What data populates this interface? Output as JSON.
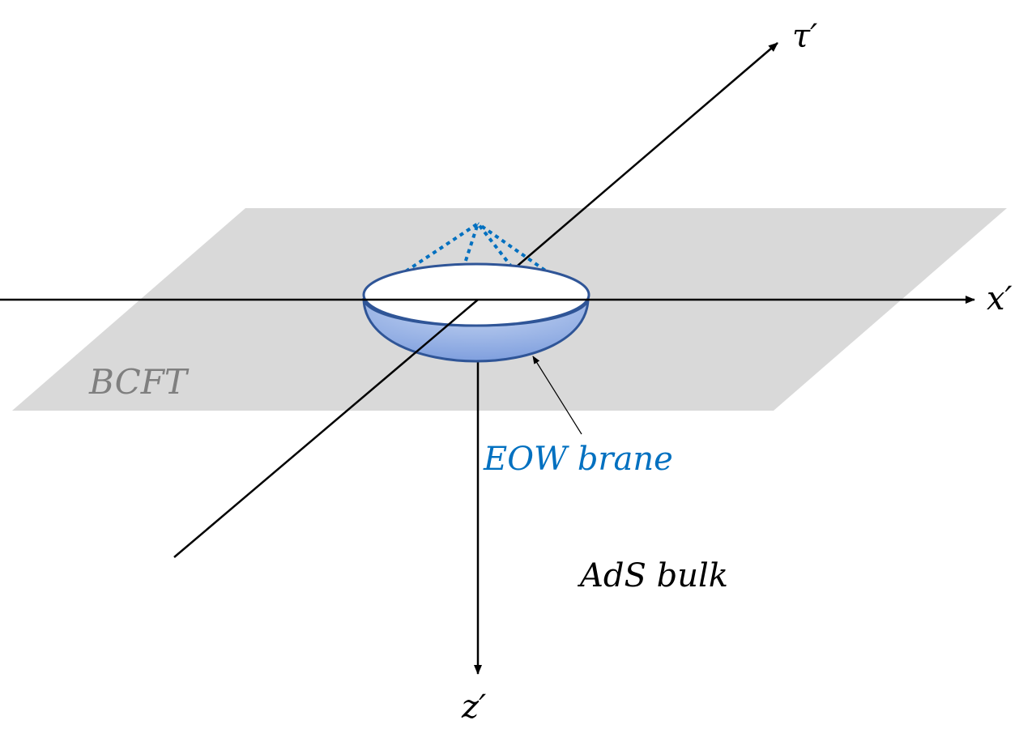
{
  "axes": {
    "tau_label": "τ′",
    "x_label": "x′",
    "z_label": "z′"
  },
  "regions": {
    "plane_label": "BCFT",
    "bulk_label": "AdS bulk",
    "brane_label": "EOW brane"
  },
  "colors": {
    "plane_fill": "#d9d9d9",
    "plane_label": "#7f7f7f",
    "brane_outline": "#2f5597",
    "brane_fill_light": "#c5d5f2",
    "brane_fill_dark": "#7f9fde",
    "brane_label": "#0070c0",
    "dotted_lines": "#0070c0",
    "axes": "#000000"
  }
}
